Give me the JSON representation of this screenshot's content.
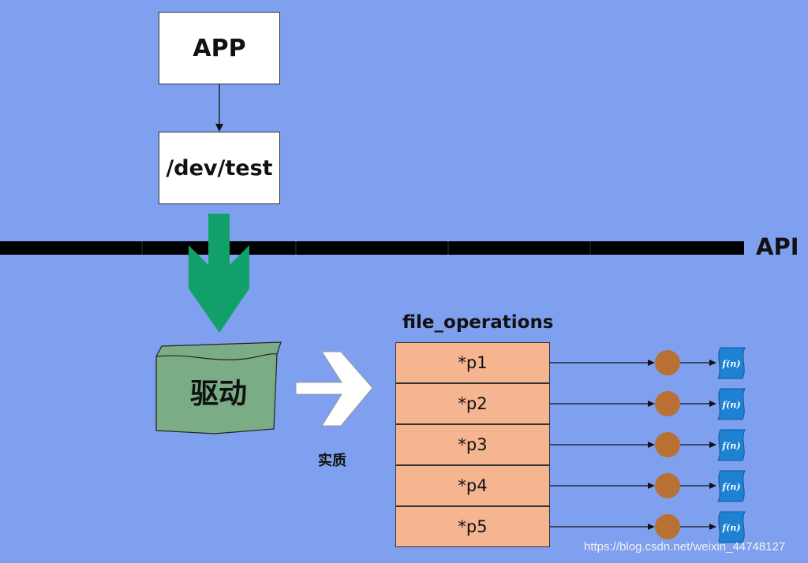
{
  "nodes": {
    "app": "APP",
    "dev": "/dev/test",
    "api": "API",
    "driver": "驱动",
    "essence": "实质",
    "fops_title": "file_operations"
  },
  "pointers": [
    "*p1",
    "*p2",
    "*p3",
    "*p4",
    "*p5"
  ],
  "func_icon_label": "f(n)",
  "watermark": "https://blog.csdn.net/weixin_44748127",
  "colors": {
    "background": "#7fa0ef",
    "down_arrow": "#12a06a",
    "driver_fill": "#7aad85",
    "pointer_fill": "#f4b590",
    "node_dot": "#b97035",
    "func_icon": "#1e82d2"
  }
}
